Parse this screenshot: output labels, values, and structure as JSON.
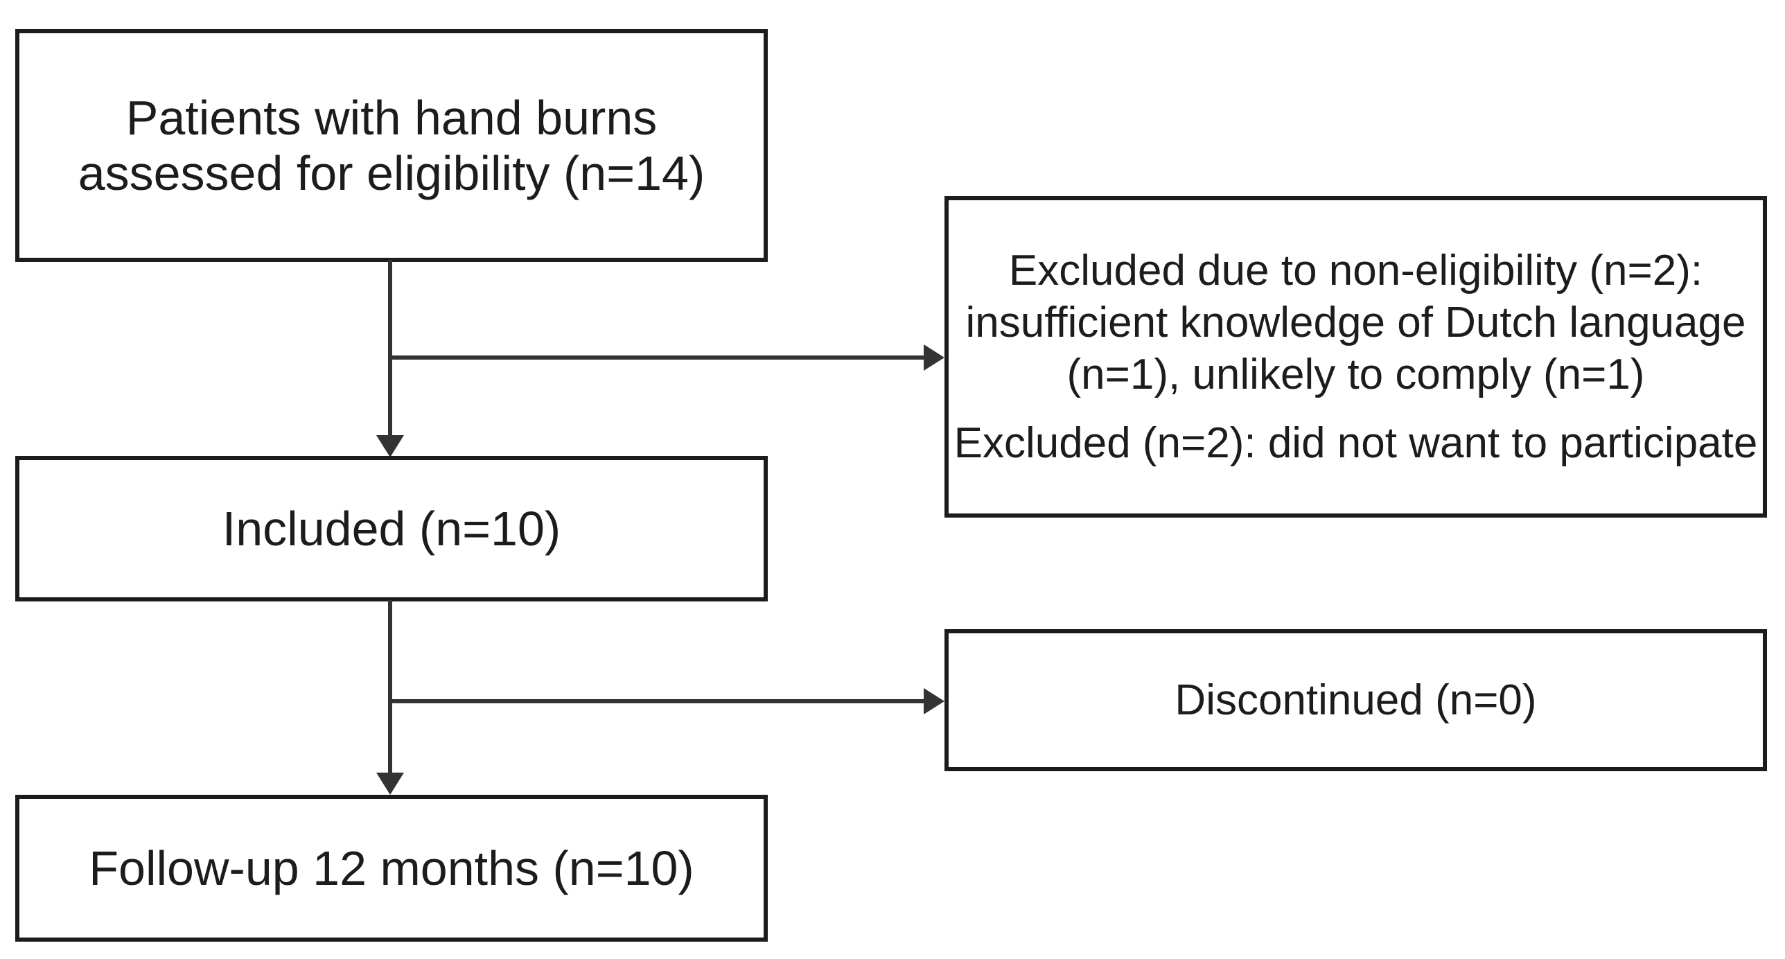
{
  "flowchart": {
    "assessed": {
      "text": "Patients with hand burns\nassessed for eligibility (n=14)"
    },
    "excluded": {
      "paragraph1": "Excluded due to non-eligibility (n=2):\ninsufficient knowledge of Dutch language\n(n=1), unlikely to comply (n=1)",
      "paragraph2": "Excluded (n=2): did not want to participate"
    },
    "included": {
      "text": "Included (n=10)"
    },
    "discontinued": {
      "text": "Discontinued (n=0)"
    },
    "followup": {
      "text": "Follow-up 12 months (n=10)"
    },
    "colors": {
      "box_border": "#1c1c1c",
      "text": "#1c1c1c",
      "arrow": "#333333",
      "background": "#ffffff"
    }
  }
}
